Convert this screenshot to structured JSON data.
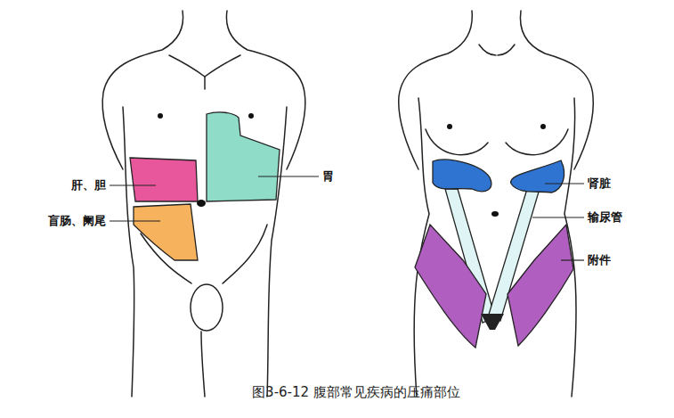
{
  "diagram": {
    "caption": "图3-6-12 腹部常见疾病的压痛部位",
    "labels": [
      "肝、胆",
      "盲肠、阑尾",
      "胃",
      "肾脏",
      "输尿管",
      "附件"
    ]
  }
}
